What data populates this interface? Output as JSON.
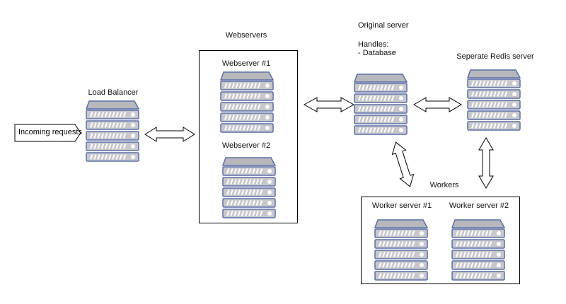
{
  "incoming": {
    "label": "Incoming requests"
  },
  "load_balancer": {
    "label": "Load Balancer"
  },
  "webservers": {
    "group_label": "Webservers",
    "server1": "Webserver #1",
    "server2": "Webserver #2"
  },
  "original": {
    "title": "Original server",
    "handles_label": "Handles:",
    "handles_item": "- Database"
  },
  "redis": {
    "label": "Seperate Redis server"
  },
  "workers": {
    "group_label": "Workers",
    "server1": "Worker server #1",
    "server2": "Worker server #2"
  },
  "colors": {
    "server_fill": "#c8c8cc",
    "server_stroke": "#5a6fa8",
    "server_top": "#b8b8bc",
    "stripe": "#ffffff",
    "arrow_stroke": "#000000"
  }
}
